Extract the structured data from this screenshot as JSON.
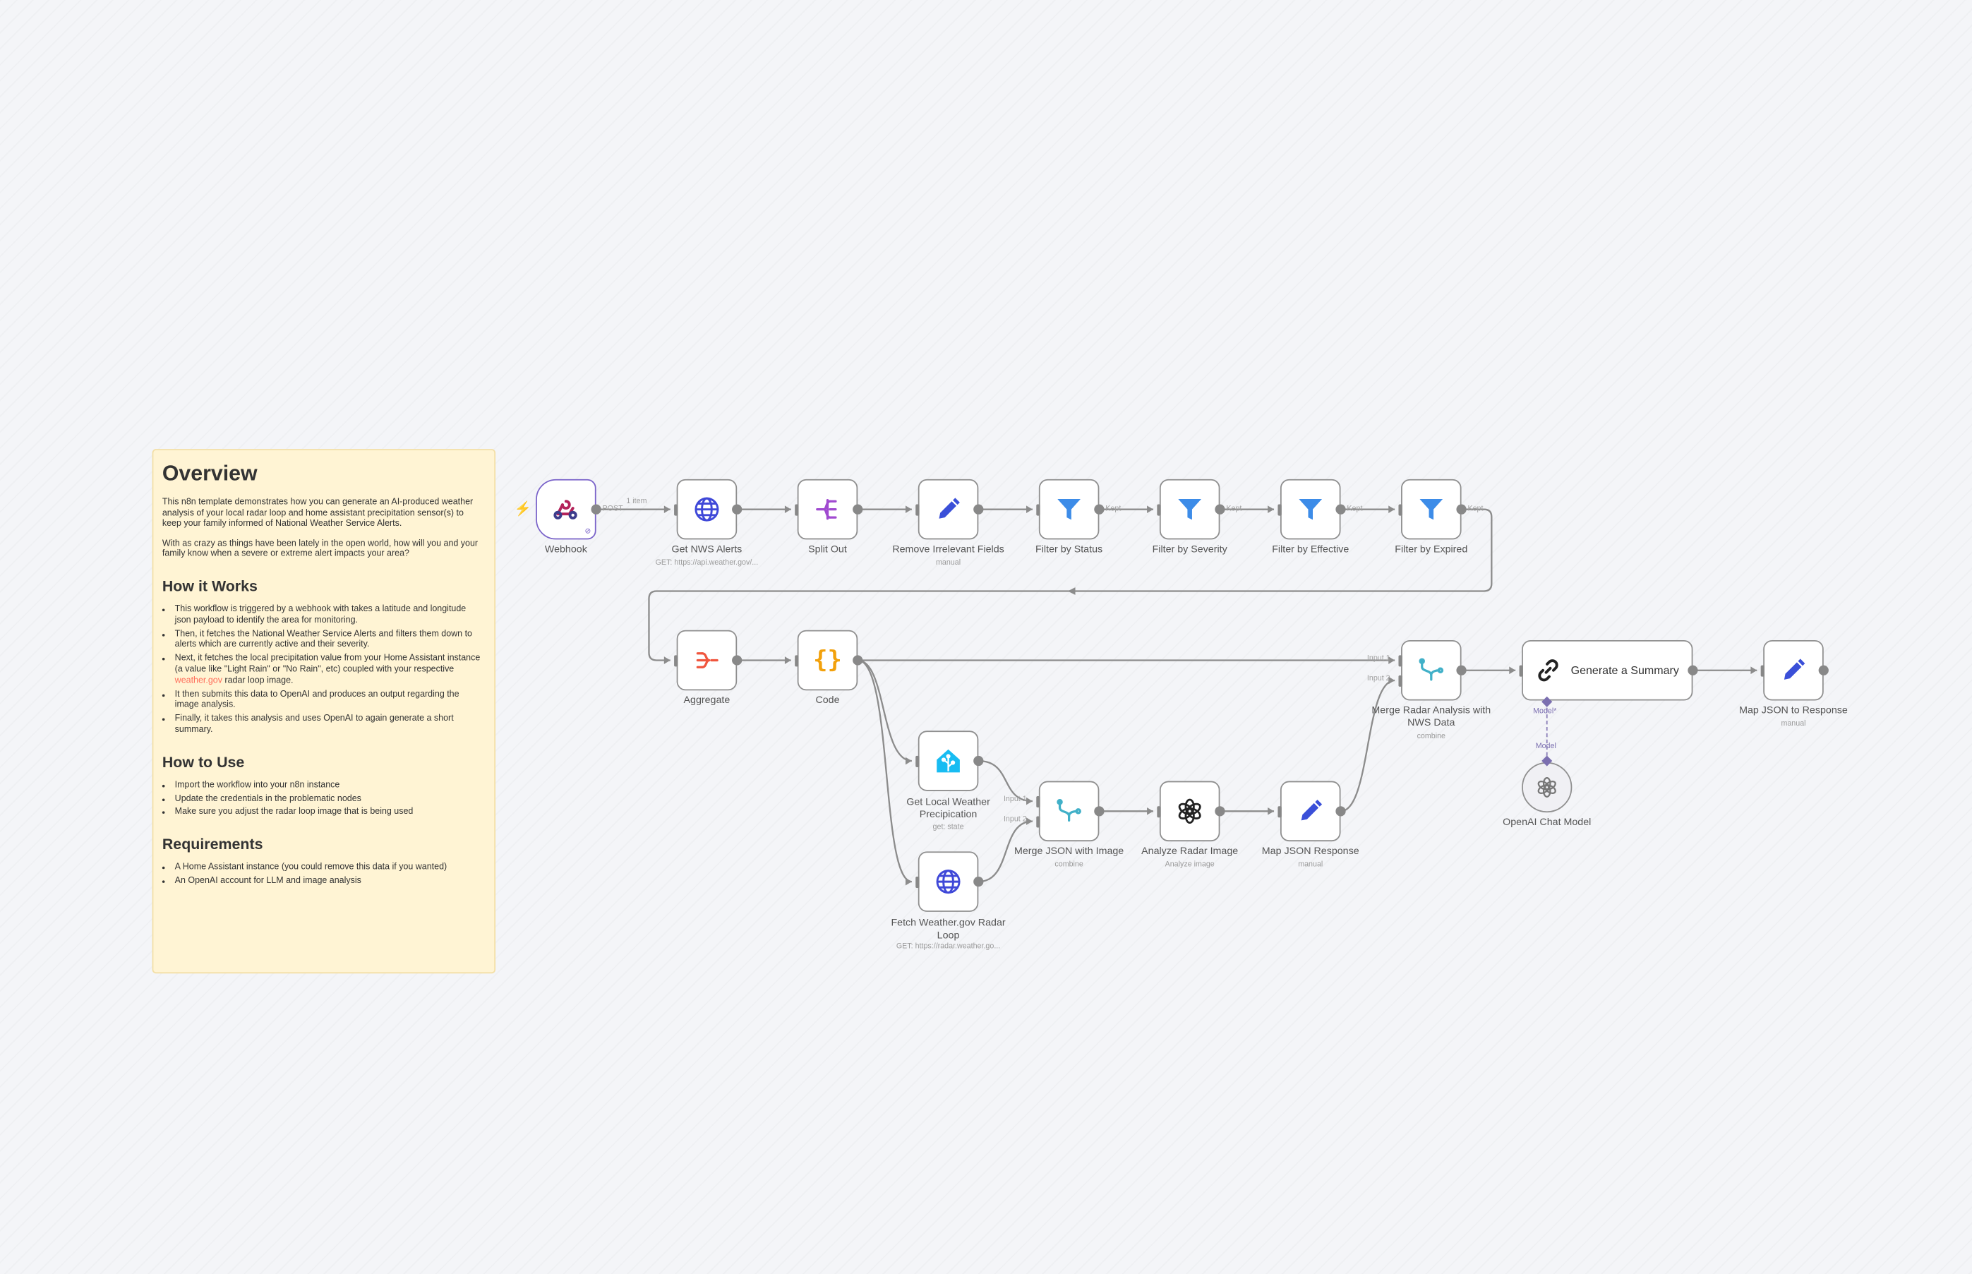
{
  "sticky": {
    "title": "Overview",
    "intro_1": "This n8n template demonstrates how you can generate an AI-produced weather analysis of your local radar loop and home assistant precipitation sensor(s) to keep your family informed of National Weather Service Alerts.",
    "intro_2": "With as crazy as things have been lately in the open world, how will you and your family know when a severe or extreme alert impacts your area?",
    "how_works_title": "How it Works",
    "how_works": [
      "This workflow is triggered by a webhook with takes a latitude and longitude json payload to identify the area for monitoring.",
      "Then, it fetches the National Weather Service Alerts and filters them down to alerts which are currently active and their severity.",
      "Next, it fetches the local precipitation value from your Home Assistant instance (a value like \"Light Rain\" or \"No Rain\", etc) coupled with your respective",
      "It then submits this data to OpenAI and produces an output regarding the image analysis.",
      "Finally, it takes this analysis and uses OpenAI to again generate a short summary."
    ],
    "how_works_link": "weather.gov",
    "how_works_tail": "radar loop image.",
    "how_use_title": "How to Use",
    "how_use": [
      "Import the workflow into your n8n instance",
      "Update the credentials in the problematic nodes",
      "Make sure you adjust the radar loop image that is being used"
    ],
    "req_title": "Requirements",
    "req": [
      "A Home Assistant instance (you could remove this data if you wanted)",
      "An OpenAI account for LLM and image analysis"
    ]
  },
  "nodes": {
    "webhook": {
      "label": "Webhook"
    },
    "nws": {
      "label": "Get NWS Alerts",
      "sub": "GET: https://api.weather.gov/..."
    },
    "split": {
      "label": "Split Out"
    },
    "remove": {
      "label": "Remove Irrelevant Fields",
      "sub": "manual"
    },
    "f_status": {
      "label": "Filter by Status"
    },
    "f_severity": {
      "label": "Filter by Severity"
    },
    "f_effective": {
      "label": "Filter by Effective"
    },
    "f_expired": {
      "label": "Filter by Expired"
    },
    "aggregate": {
      "label": "Aggregate"
    },
    "code": {
      "label": "Code"
    },
    "ha": {
      "label": "Get Local Weather Precipication",
      "sub": "get: state"
    },
    "radar": {
      "label": "Fetch Weather.gov Radar Loop",
      "sub": "GET: https://radar.weather.go..."
    },
    "merge_img": {
      "label": "Merge JSON with Image",
      "sub": "combine"
    },
    "analyze": {
      "label": "Analyze Radar Image",
      "sub": "Analyze image"
    },
    "map_json": {
      "label": "Map JSON Response",
      "sub": "manual"
    },
    "merge_radar": {
      "label": "Merge Radar Analysis with NWS Data",
      "sub": "combine"
    },
    "summary": {
      "label": "Generate a Summary"
    },
    "map_resp": {
      "label": "Map JSON to Response",
      "sub": "manual"
    },
    "openai": {
      "label": "OpenAI Chat Model"
    }
  },
  "edges": {
    "one_item": "1 item",
    "post": "POST",
    "kept": "Kept",
    "input1": "Input 1",
    "input2": "Input 2",
    "model_star": "Model*",
    "model": "Model"
  },
  "colors": {
    "accent": "#ff6d5a",
    "globe": "#3f48d8",
    "filter": "#3d8ce8",
    "split": "#a04ad0",
    "aggregate": "#f0553d",
    "code": "#f2a10c",
    "merge": "#41b0c8",
    "ha": "#18bcf2"
  }
}
